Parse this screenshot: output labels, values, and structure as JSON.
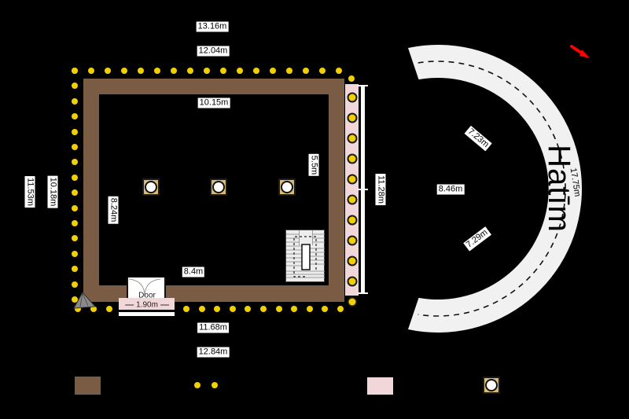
{
  "diagram": {
    "measurements": {
      "top_outer": "13.16m",
      "top_inner": "12.04m",
      "interior_width": "10.15m",
      "interior_height_right": "5.5m",
      "interior_height_left": "8.24m",
      "left_outer": "11.53m",
      "left_inner": "10.18m",
      "right_side": "11.28m",
      "interior_bottom": "8.4m",
      "bottom_inner": "11.68m",
      "bottom_outer": "12.84m",
      "hatim_inner_width": "8.46m",
      "hatim_upper_wall": "7.23m",
      "hatim_lower_wall": "7.29m",
      "hatim_arc_length": "17.75m"
    },
    "door": {
      "label": "Door",
      "width": "1.90m"
    },
    "hatim_title": "Hatīm",
    "colors": {
      "background": "#000000",
      "wall": "#7a5c44",
      "marble_strip": "#f2d7da",
      "dot": "#f0d000",
      "pillar": "#d8ba75",
      "hatim_area": "#f1f1f1",
      "arrow": "#ff0000",
      "stair": "#ededed",
      "stone_marker": "#8a8a8a"
    }
  }
}
